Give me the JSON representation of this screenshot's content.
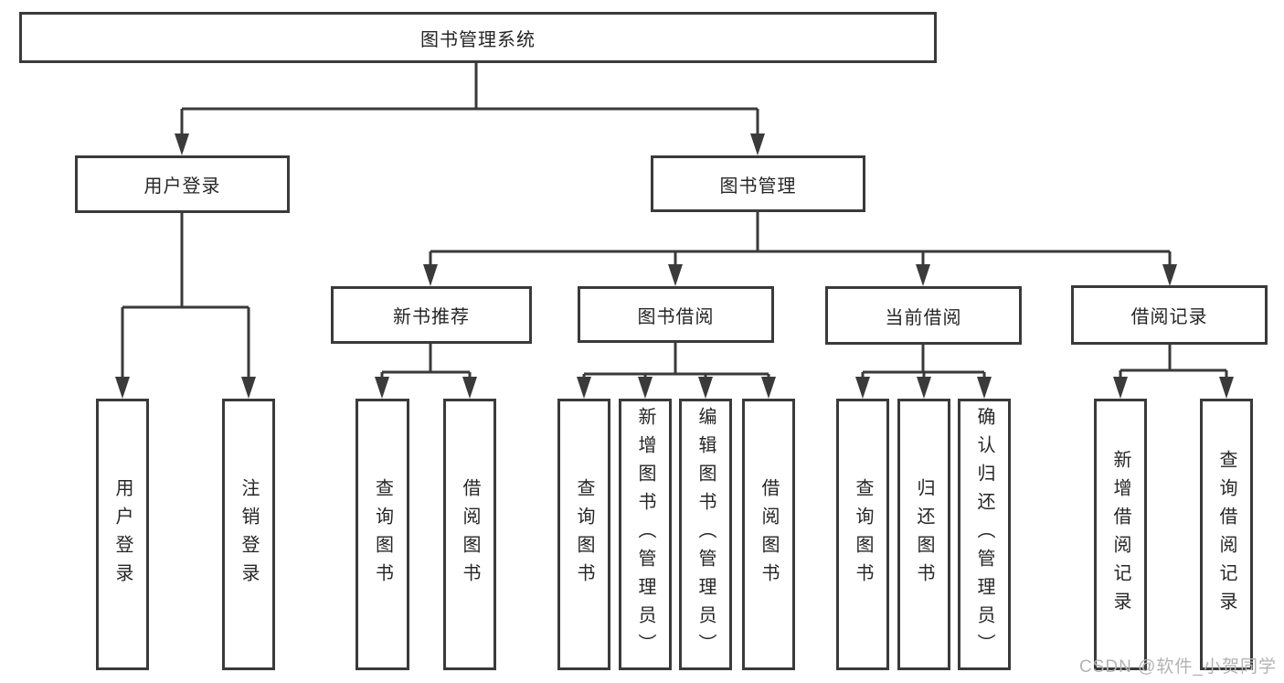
{
  "diagram": {
    "type": "hierarchy-tree",
    "root": {
      "label": "图书管理系统"
    },
    "level2": [
      {
        "id": "user-login",
        "label": "用户登录"
      },
      {
        "id": "book-management",
        "label": "图书管理"
      }
    ],
    "level3": [
      {
        "id": "new-book-recommendation",
        "parent": "图书管理",
        "label": "新书推荐"
      },
      {
        "id": "book-borrowing",
        "parent": "图书管理",
        "label": "图书借阅"
      },
      {
        "id": "current-borrowing",
        "parent": "图书管理",
        "label": "当前借阅"
      },
      {
        "id": "borrowing-records",
        "parent": "图书管理",
        "label": "借阅记录"
      }
    ],
    "leaves": [
      {
        "parent": "用户登录",
        "label": "用户登录"
      },
      {
        "parent": "用户登录",
        "label": "注销登录"
      },
      {
        "parent": "新书推荐",
        "label": "查询图书"
      },
      {
        "parent": "新书推荐",
        "label": "借阅图书"
      },
      {
        "parent": "图书借阅",
        "label": "查询图书"
      },
      {
        "parent": "图书借阅",
        "label": "新增图书（管理员）"
      },
      {
        "parent": "图书借阅",
        "label": "编辑图书（管理员）"
      },
      {
        "parent": "图书借阅",
        "label": "借阅图书"
      },
      {
        "parent": "当前借阅",
        "label": "查询图书"
      },
      {
        "parent": "当前借阅",
        "label": "归还图书"
      },
      {
        "parent": "当前借阅",
        "label": "确认归还（管理员）"
      },
      {
        "parent": "借阅记录",
        "label": "新增借阅记录"
      },
      {
        "parent": "借阅记录",
        "label": "查询借阅记录"
      }
    ]
  },
  "watermark": "CSDN @软件_小贺同学",
  "colors": {
    "line": "#3a3a3a",
    "box_border": "#3a3a3a",
    "text": "#262626",
    "watermark": "#b3b3b3",
    "background": "#ffffff"
  }
}
